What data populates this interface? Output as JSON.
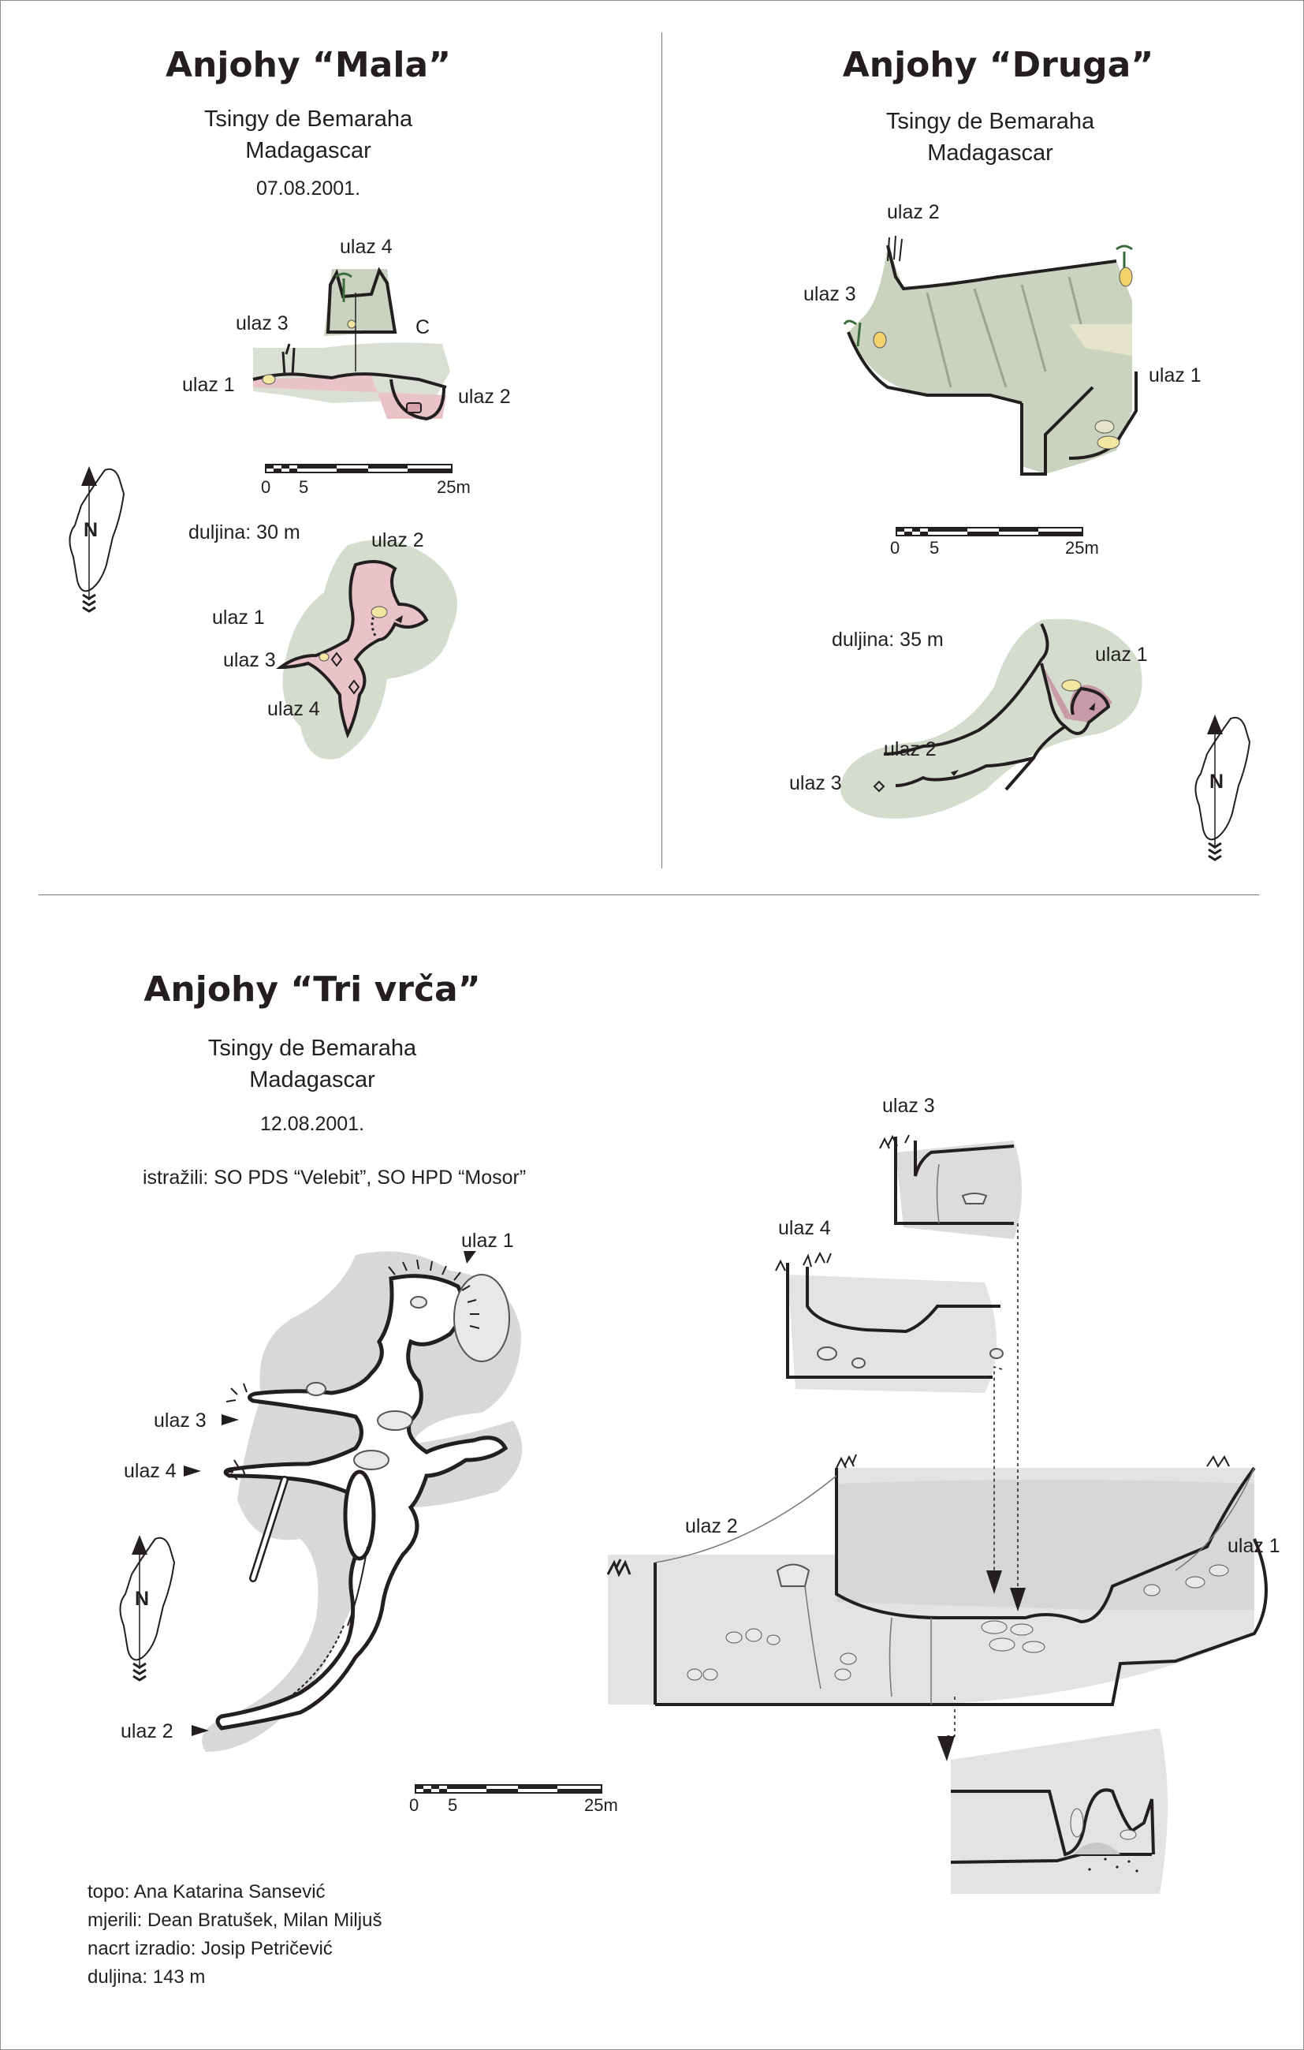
{
  "mala": {
    "title": "Anjohy “Mala”",
    "location_line1": "Tsingy de Bemaraha",
    "location_line2": "Madagascar",
    "date": "07.08.2001.",
    "length": "duljina: 30 m",
    "profile_labels": {
      "u1": "ulaz 1",
      "u2": "ulaz 2",
      "u3": "ulaz 3",
      "u4": "ulaz 4",
      "c": "C"
    },
    "plan_labels": {
      "u1": "ulaz 1",
      "u2": "ulaz 2",
      "u3": "ulaz 3",
      "u4": "ulaz 4"
    },
    "scale": {
      "s0": "0",
      "s5": "5",
      "s25": "25m"
    },
    "north": "N"
  },
  "druga": {
    "title": "Anjohy “Druga”",
    "location_line1": "Tsingy de Bemaraha",
    "location_line2": "Madagascar",
    "length": "duljina: 35 m",
    "profile_labels": {
      "u1": "ulaz 1",
      "u2": "ulaz 2",
      "u3": "ulaz 3"
    },
    "plan_labels": {
      "u1": "ulaz 1",
      "u2": "ulaz 2",
      "u3": "ulaz 3"
    },
    "scale": {
      "s0": "0",
      "s5": "5",
      "s25": "25m"
    },
    "north": "N"
  },
  "tri": {
    "title": "Anjohy “Tri vrča”",
    "location_line1": "Tsingy de Bemaraha",
    "location_line2": "Madagascar",
    "date": "12.08.2001.",
    "explorers": "istražili: SO PDS “Velebit”, SO HPD “Mosor”",
    "plan_labels": {
      "u1": "ulaz 1",
      "u2": "ulaz 2",
      "u3": "ulaz 3",
      "u4": "ulaz 4"
    },
    "section_labels": {
      "u1": "ulaz 1",
      "u2": "ulaz 2",
      "u3": "ulaz 3",
      "u4": "ulaz 4"
    },
    "scale": {
      "s0": "0",
      "s5": "5",
      "s25": "25m"
    },
    "north": "N",
    "credits": {
      "topo": "topo: Ana Katarina Sansević",
      "measured": "mjerili: Dean Bratušek, Milan Miljuš",
      "drawn": "nacrt izradio: Josip Petričević",
      "length": "duljina: 143 m"
    }
  },
  "colors": {
    "rock_green": "#c9d3c0",
    "cave_pink": "#e9c3c8",
    "plan_grey": "#d8d8d8",
    "line": "#231f20"
  }
}
